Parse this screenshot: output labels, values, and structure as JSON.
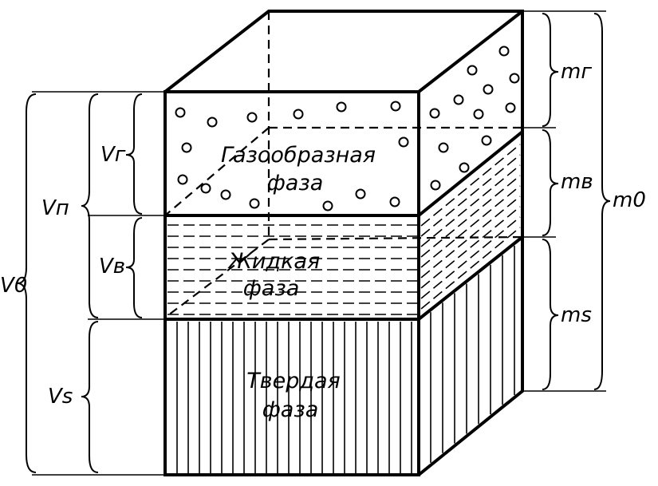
{
  "phases": {
    "gas": {
      "line1": "Газообразная",
      "line2": "фаза"
    },
    "liquid": {
      "line1": "Жидкая",
      "line2": "фаза"
    },
    "solid": {
      "line1": "Твердая",
      "line2": "фаза"
    }
  },
  "left_labels": {
    "v_gas": "Vг",
    "v_pores": "Vп",
    "v_water": "Vв",
    "v_total": "V0",
    "v_solid": "Vs"
  },
  "right_labels": {
    "m_gas": "mг",
    "m_water": "mв",
    "m_total": "m0",
    "m_solid": "ms"
  }
}
